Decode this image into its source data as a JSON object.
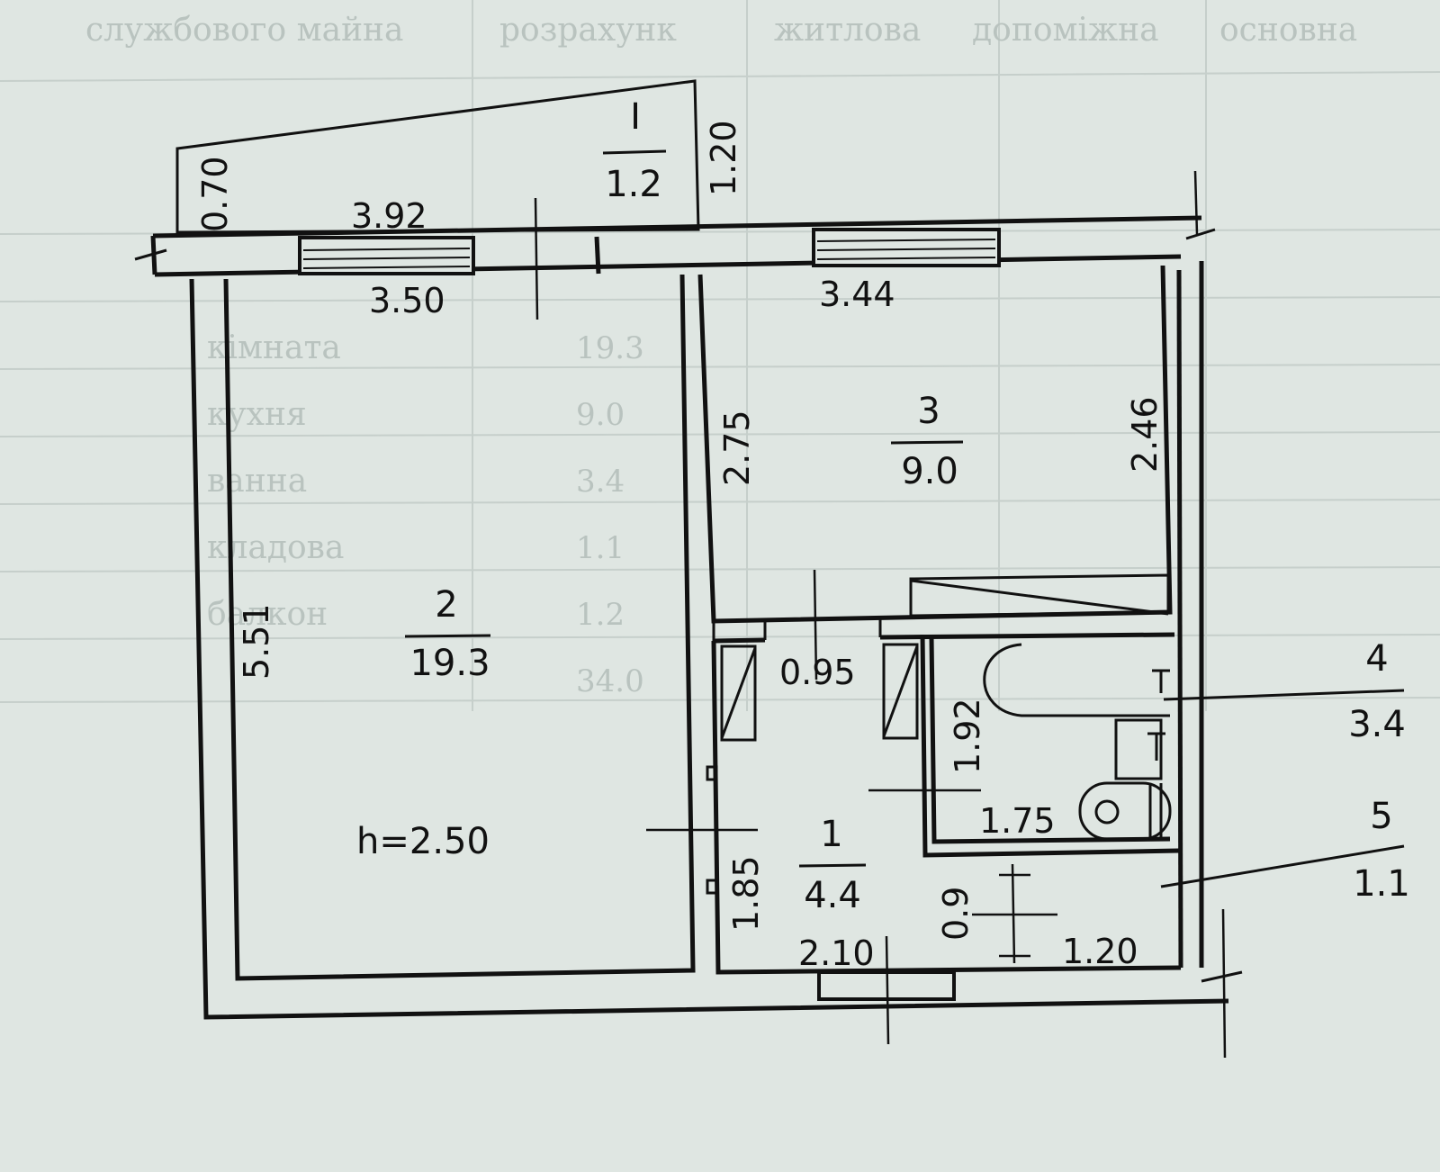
{
  "background_table": {
    "headers": [
      "службового майна",
      "розрахунк",
      "житлова",
      "допоміжна",
      "основна"
    ],
    "rows": [
      "кімната",
      "кухня",
      "ванна",
      "кладова",
      "балкон"
    ],
    "values": [
      "19.3",
      "9.0",
      "3.4",
      "1.1",
      "1.2",
      "34.0"
    ]
  },
  "plan": {
    "ceiling_height": "h=2.50",
    "rooms": [
      {
        "number": "I",
        "area": "1.2"
      },
      {
        "number": "2",
        "area": "19.3"
      },
      {
        "number": "3",
        "area": "9.0"
      },
      {
        "number": "1",
        "area": "4.4"
      },
      {
        "number": "4",
        "area": "3.4"
      },
      {
        "number": "5",
        "area": "1.1"
      }
    ],
    "dimensions": {
      "balcony_left": "0.70",
      "balcony_right": "1.20",
      "balcony_width": "3.92",
      "room2_width": "3.50",
      "room2_length": "5.51",
      "room3_width": "3.44",
      "room3_left": "2.75",
      "room3_right": "2.46",
      "hall_door": "0.95",
      "bath_height": "1.92",
      "bath_width": "1.75",
      "hall_height": "1.85",
      "hall_width": "2.10",
      "closet_depth": "0.9",
      "closet_width": "1.20"
    }
  }
}
